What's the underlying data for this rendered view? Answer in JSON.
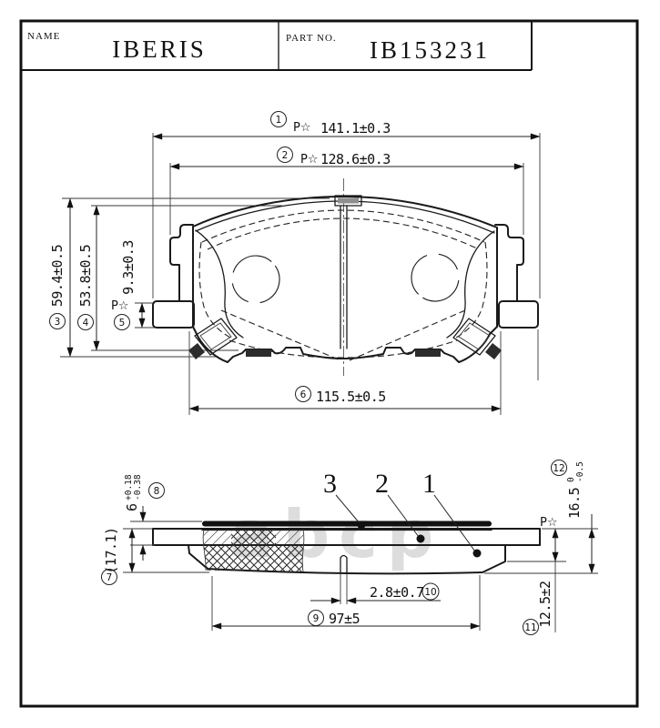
{
  "title_block": {
    "name_label": "NAME",
    "name_value": "IBERIS",
    "part_no_label": "PART NO.",
    "part_no_value": "IB153231"
  },
  "watermark_text": "abcp",
  "part_labels": {
    "item1": "1",
    "item2": "2",
    "item3": "3"
  },
  "dims": {
    "d1": {
      "n": "1",
      "prefix": "P☆",
      "value": "141.1±0.3"
    },
    "d2": {
      "n": "2",
      "prefix": "P☆",
      "value": "128.6±0.3"
    },
    "d3": {
      "n": "3",
      "value": "59.4±0.5"
    },
    "d4": {
      "n": "4",
      "value": "53.8±0.5"
    },
    "d5": {
      "n": "5",
      "prefix": "P☆",
      "value": "9.3±0.3"
    },
    "d6": {
      "n": "6",
      "value": "115.5±0.5"
    },
    "d7": {
      "n": "7",
      "value": "(17.1)"
    },
    "d8": {
      "n": "8",
      "value": "6",
      "tol_plus": "+0.18",
      "tol_minus": "-0.38"
    },
    "d9": {
      "n": "9",
      "value": "97±5"
    },
    "d10": {
      "n": "10",
      "value": "2.8±0.7"
    },
    "d11": {
      "n": "11",
      "value": "12.5±2"
    },
    "d12": {
      "n": "12",
      "prefix": "P☆",
      "value": "16.5",
      "tol_plus": "0",
      "tol_minus": "-0.5"
    }
  }
}
